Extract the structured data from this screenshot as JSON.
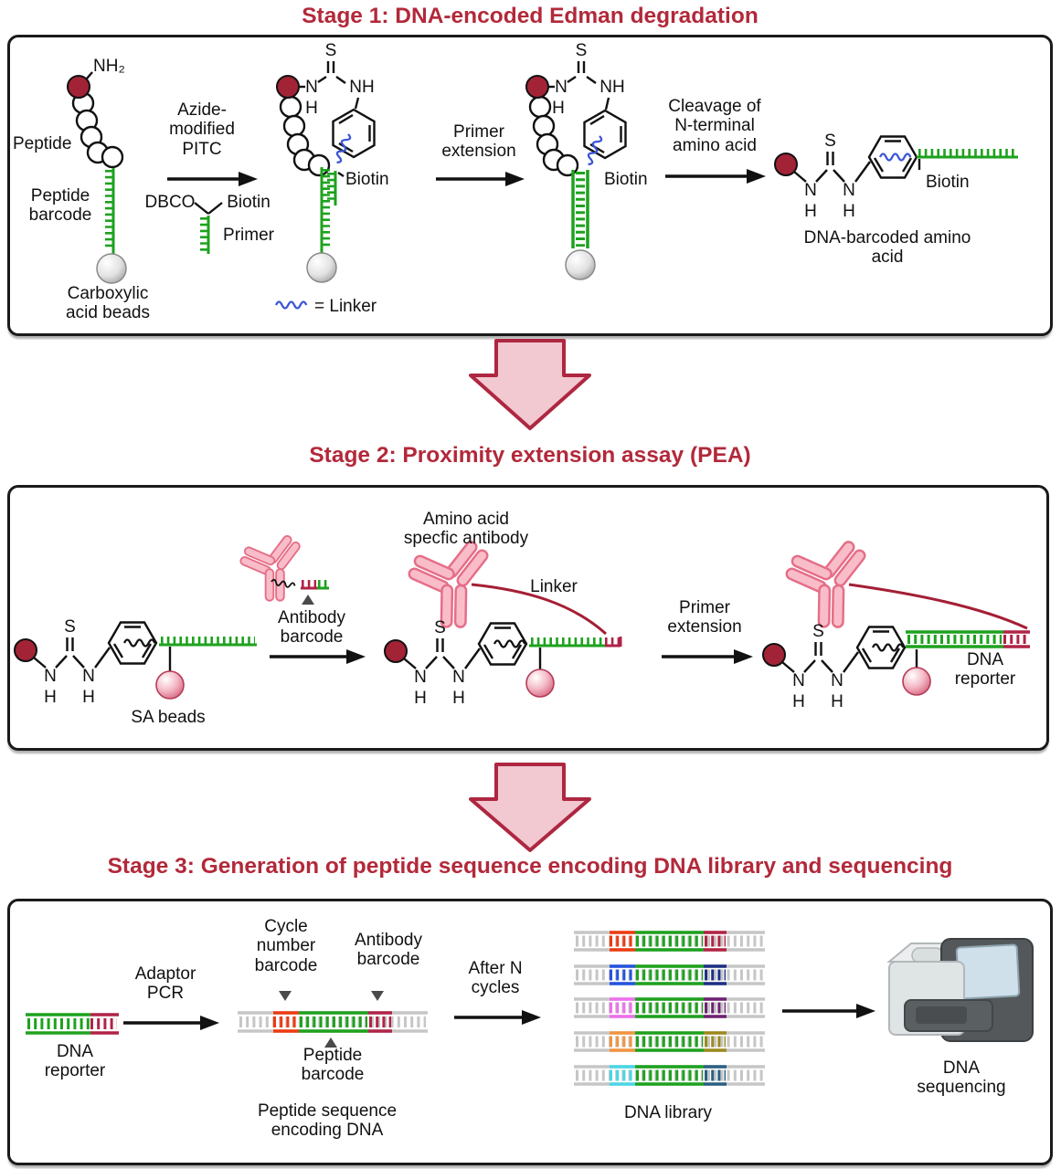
{
  "titles": {
    "stage1": "Stage 1: DNA-encoded Edman degradation",
    "stage2": "Stage 2: Proximity extension assay (PEA)",
    "stage3": "Stage 3: Generation of peptide sequence encoding DNA library and sequencing"
  },
  "atoms": {
    "NH2": "NH₂",
    "N": "N",
    "H": "H",
    "S": "S",
    "NH": "NH"
  },
  "stage1": {
    "peptide": "Peptide",
    "peptide_barcode": "Peptide\nbarcode",
    "carboxylic_beads": "Carboxylic\nacid beads",
    "azide_pitc": "Azide-\nmodified\nPITC",
    "dbco": "DBCO",
    "biotin": "Biotin",
    "primer": "Primer",
    "primer_extension": "Primer\nextension",
    "cleavage": "Cleavage of\nN-terminal\namino acid",
    "linker_legend": "= Linker",
    "dna_barcoded_amino_acid": "DNA-barcoded amino acid"
  },
  "stage2": {
    "sa_beads": "SA beads",
    "antibody_barcode": "Antibody\nbarcode",
    "amino_acid_specific_antibody": "Amino acid\nspecfic antibody",
    "linker": "Linker",
    "primer_extension": "Primer\nextension",
    "dna_reporter": "DNA\nreporter"
  },
  "stage3": {
    "dna_reporter": "DNA\nreporter",
    "adaptor_pcr": "Adaptor\nPCR",
    "cycle_number_barcode": "Cycle\nnumber\nbarcode",
    "antibody_barcode": "Antibody\nbarcode",
    "peptide_barcode": "Peptide\nbarcode",
    "peptide_sequence_encoding_dna": "Peptide sequence\nencoding DNA",
    "after_n_cycles": "After N\ncycles",
    "dna_library": "DNA library",
    "dna_sequencing": "DNA\nsequencing"
  },
  "colors": {
    "titleRed": "#b2293a",
    "arrowFill": "#f2c8d1",
    "arrowStroke": "#ae2740",
    "green": "#1ea21e",
    "crimson": "#b02347",
    "grayLadder": "#c6c6c6",
    "aminoRed": "#a32336",
    "blueSq": "#3b55d6",
    "linkerRed": "#a41f35",
    "abFill": "#f9bdc9",
    "abStroke": "#e56e88",
    "beadGrayEdge": "#9a9a9a",
    "beadPinkEdge": "#cf5472"
  },
  "library": {
    "rows": [
      {
        "cycle": "#ee3a10",
        "antibody": "#b22343"
      },
      {
        "cycle": "#2453df",
        "antibody": "#1d2f85"
      },
      {
        "cycle": "#ee6fee",
        "antibody": "#6e2173"
      },
      {
        "cycle": "#f29440",
        "antibody": "#9c8a1e"
      },
      {
        "cycle": "#4ad6e6",
        "antibody": "#2a6082"
      }
    ]
  }
}
